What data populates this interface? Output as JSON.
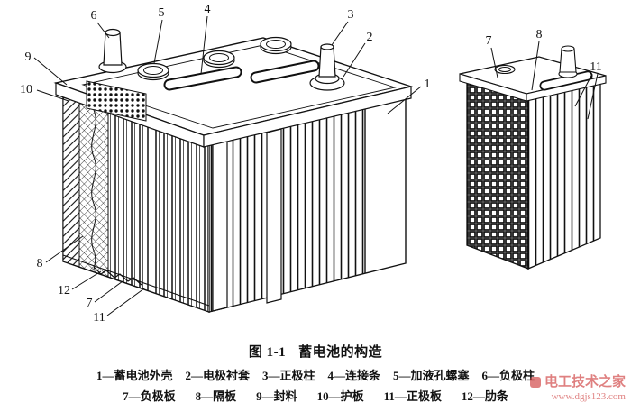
{
  "figure": {
    "number": "图 1-1",
    "title": "蓄电池的构造",
    "main_callouts": [
      "6",
      "5",
      "4",
      "3",
      "2",
      "9",
      "10",
      "1",
      "8",
      "12",
      "7",
      "11"
    ],
    "small_callouts": [
      "7",
      "8",
      "11"
    ]
  },
  "legend": {
    "row1": [
      "1—蓄电池外壳",
      "2—电极衬套",
      "3—正极柱",
      "4—连接条",
      "5—加液孔螺塞",
      "6—负极柱"
    ],
    "row2": [
      "7—负极板",
      "8—隔板",
      "9—封料",
      "10—护板",
      "11—正极板",
      "12—肋条"
    ]
  },
  "watermark": {
    "name": "电工技术之家",
    "url": "www.dgjs123.com",
    "color": "#cc3333"
  }
}
